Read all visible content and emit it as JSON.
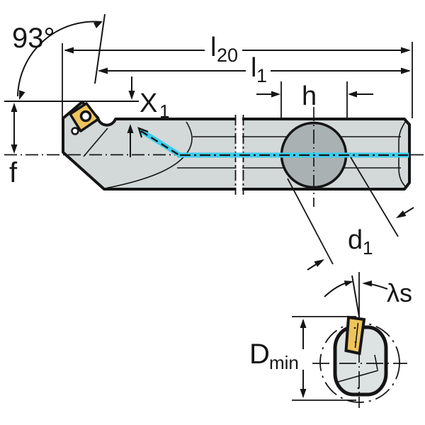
{
  "labels": {
    "angle": "93°",
    "l20": {
      "base": "l",
      "sub": "20"
    },
    "l1": {
      "base": "l",
      "sub": "1"
    },
    "x1": {
      "base": "X",
      "sub": "1"
    },
    "h": "h",
    "f": "f",
    "d1": {
      "base": "d",
      "sub": "1"
    },
    "lambda_s": "λs",
    "dmin": {
      "base": "D",
      "sub": "min"
    }
  },
  "colors": {
    "line": "#151515",
    "bar_fill": "#d3d8d8",
    "shank_circle_fill": "#a9b1b3",
    "end_body_fill": "#dde3e3",
    "insert_fill": "#eec45c",
    "coolant": "#3cccec",
    "background": "#ffffff"
  }
}
